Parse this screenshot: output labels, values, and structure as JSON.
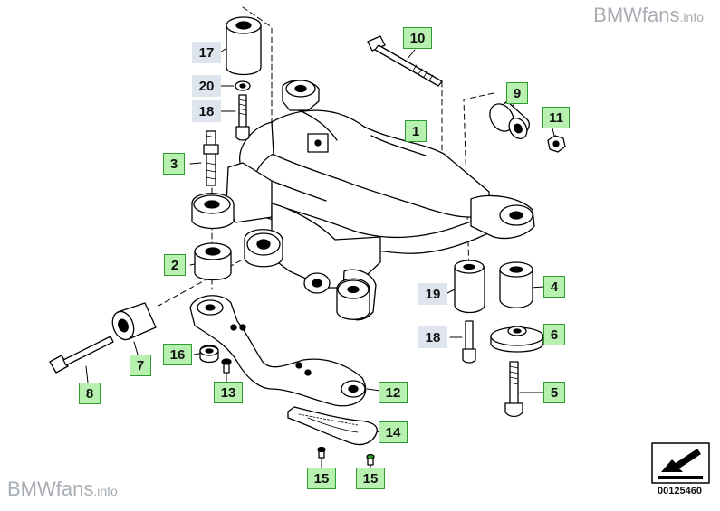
{
  "watermark": {
    "brand": "BMWfans",
    "suffix": ".info"
  },
  "diagram_id": "00125460",
  "parts": [
    {
      "id": "1",
      "style": "green"
    },
    {
      "id": "2",
      "style": "green"
    },
    {
      "id": "3",
      "style": "green"
    },
    {
      "id": "4",
      "style": "green"
    },
    {
      "id": "5",
      "style": "green"
    },
    {
      "id": "6",
      "style": "green"
    },
    {
      "id": "7",
      "style": "green"
    },
    {
      "id": "8",
      "style": "green"
    },
    {
      "id": "9",
      "style": "green"
    },
    {
      "id": "10",
      "style": "green"
    },
    {
      "id": "11",
      "style": "green"
    },
    {
      "id": "12",
      "style": "green"
    },
    {
      "id": "13",
      "style": "green"
    },
    {
      "id": "14",
      "style": "green"
    },
    {
      "id": "15",
      "style": "green"
    },
    {
      "id": "15",
      "style": "green"
    },
    {
      "id": "16",
      "style": "green"
    },
    {
      "id": "17",
      "style": "gray"
    },
    {
      "id": "18",
      "style": "gray"
    },
    {
      "id": "18",
      "style": "gray"
    },
    {
      "id": "19",
      "style": "gray"
    },
    {
      "id": "20",
      "style": "gray"
    }
  ]
}
